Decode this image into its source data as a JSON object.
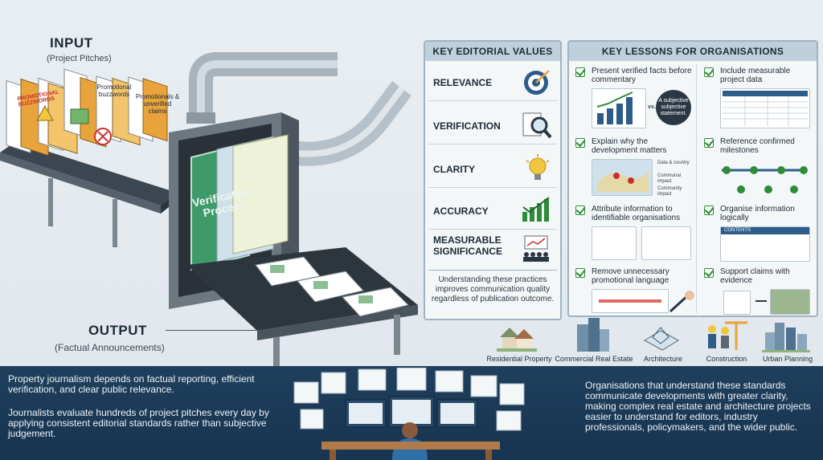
{
  "input": {
    "title": "INPUT",
    "subtitle": "(Project Pitches)"
  },
  "annotations": {
    "buzzwords": "Promotional buzzwords",
    "unverified": "Promotionals & unverified claims",
    "folder_text": "PROMOTIONAL BUZZWORDS"
  },
  "machine": {
    "label": "Verification Process"
  },
  "output": {
    "title": "OUTPUT",
    "subtitle": "(Factual Announcements)"
  },
  "editorial_values": {
    "heading": "KEY EDITORIAL VALUES",
    "items": [
      {
        "label": "RELEVANCE",
        "icon": "target-icon"
      },
      {
        "label": "VERIFICATION",
        "icon": "magnifier-icon"
      },
      {
        "label": "CLARITY",
        "icon": "lightbulb-icon"
      },
      {
        "label": "ACCURACY",
        "icon": "bar-chart-check-icon"
      },
      {
        "label": "MEASURABLE SIGNIFICANCE",
        "icon": "presentation-icon"
      }
    ],
    "note": "Understanding these practices improves communication quality regardless of publication outcome."
  },
  "lessons": {
    "heading": "KEY LESSONS FOR ORGANISATIONS",
    "items": [
      {
        "text": "Present verified facts before commentary"
      },
      {
        "text": "Include measurable project data"
      },
      {
        "text": "Explain why the development matters"
      },
      {
        "text": "Reference confirmed milestones"
      },
      {
        "text": "Attribute information to identifiable organisations"
      },
      {
        "text": "Organise information logically"
      },
      {
        "text": "Remove unnecessary promotional language"
      },
      {
        "text": "Support claims with evidence"
      }
    ],
    "bubble": "A subjective subjective statement.",
    "vs": "vs.",
    "map_legend": [
      "Data & country",
      "Communal impact",
      "Community impact"
    ],
    "contents_label": "CONTENTS"
  },
  "categories": [
    {
      "label": "Residential Property",
      "icon": "houses-icon"
    },
    {
      "label": "Commercial Real Estate",
      "icon": "office-towers-icon"
    },
    {
      "label": "Architecture",
      "icon": "blueprint-icon"
    },
    {
      "label": "Construction",
      "icon": "crane-workers-icon"
    },
    {
      "label": "Urban Planning",
      "icon": "city-icon"
    }
  ],
  "bottom": {
    "left_p1": "Property journalism depends on factual reporting, efficient verification, and clear public relevance.",
    "left_p2": "Journalists evaluate hundreds of project pitches every day by applying consistent editorial standards rather than subjective judgement.",
    "right": "Organisations that understand these standards communicate developments with greater clarity, making complex real estate and architecture projects easier to understand for editors, industry professionals, policymakers, and the wider public."
  },
  "colors": {
    "band": "#1f3f5c",
    "panel_head": "#bfd0dd",
    "check": "#2e8b3a",
    "accent_orange": "#e8a33a",
    "accent_red": "#c9302c"
  }
}
